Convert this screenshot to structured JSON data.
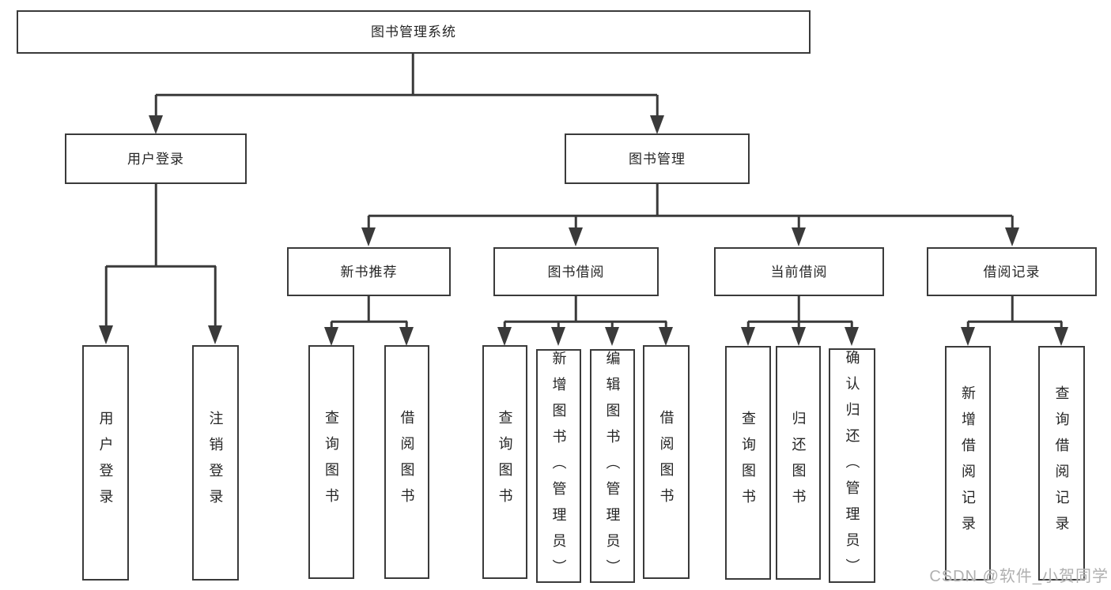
{
  "colors": {
    "line": "#3a3a3a",
    "text": "#262626",
    "watermark": "#b0b0b0",
    "background": "#ffffff"
  },
  "diagram": {
    "root": {
      "label": "图书管理系统"
    },
    "branches": [
      {
        "label": "用户登录"
      },
      {
        "label": "图书管理"
      }
    ],
    "modules": [
      {
        "label": "新书推荐"
      },
      {
        "label": "图书借阅"
      },
      {
        "label": "当前借阅"
      },
      {
        "label": "借阅记录"
      }
    ],
    "leaves": [
      {
        "label": "用户登录"
      },
      {
        "label": "注销登录"
      },
      {
        "label": "查询图书"
      },
      {
        "label": "借阅图书"
      },
      {
        "label": "查询图书"
      },
      {
        "label": "新增图书（管理员）"
      },
      {
        "label": "编辑图书（管理员）"
      },
      {
        "label": "借阅图书"
      },
      {
        "label": "查询图书"
      },
      {
        "label": "归还图书"
      },
      {
        "label": "确认归还（管理员）"
      },
      {
        "label": "新增借阅记录"
      },
      {
        "label": "查询借阅记录"
      }
    ]
  },
  "watermark": {
    "text": "CSDN @软件_小贺同学"
  }
}
